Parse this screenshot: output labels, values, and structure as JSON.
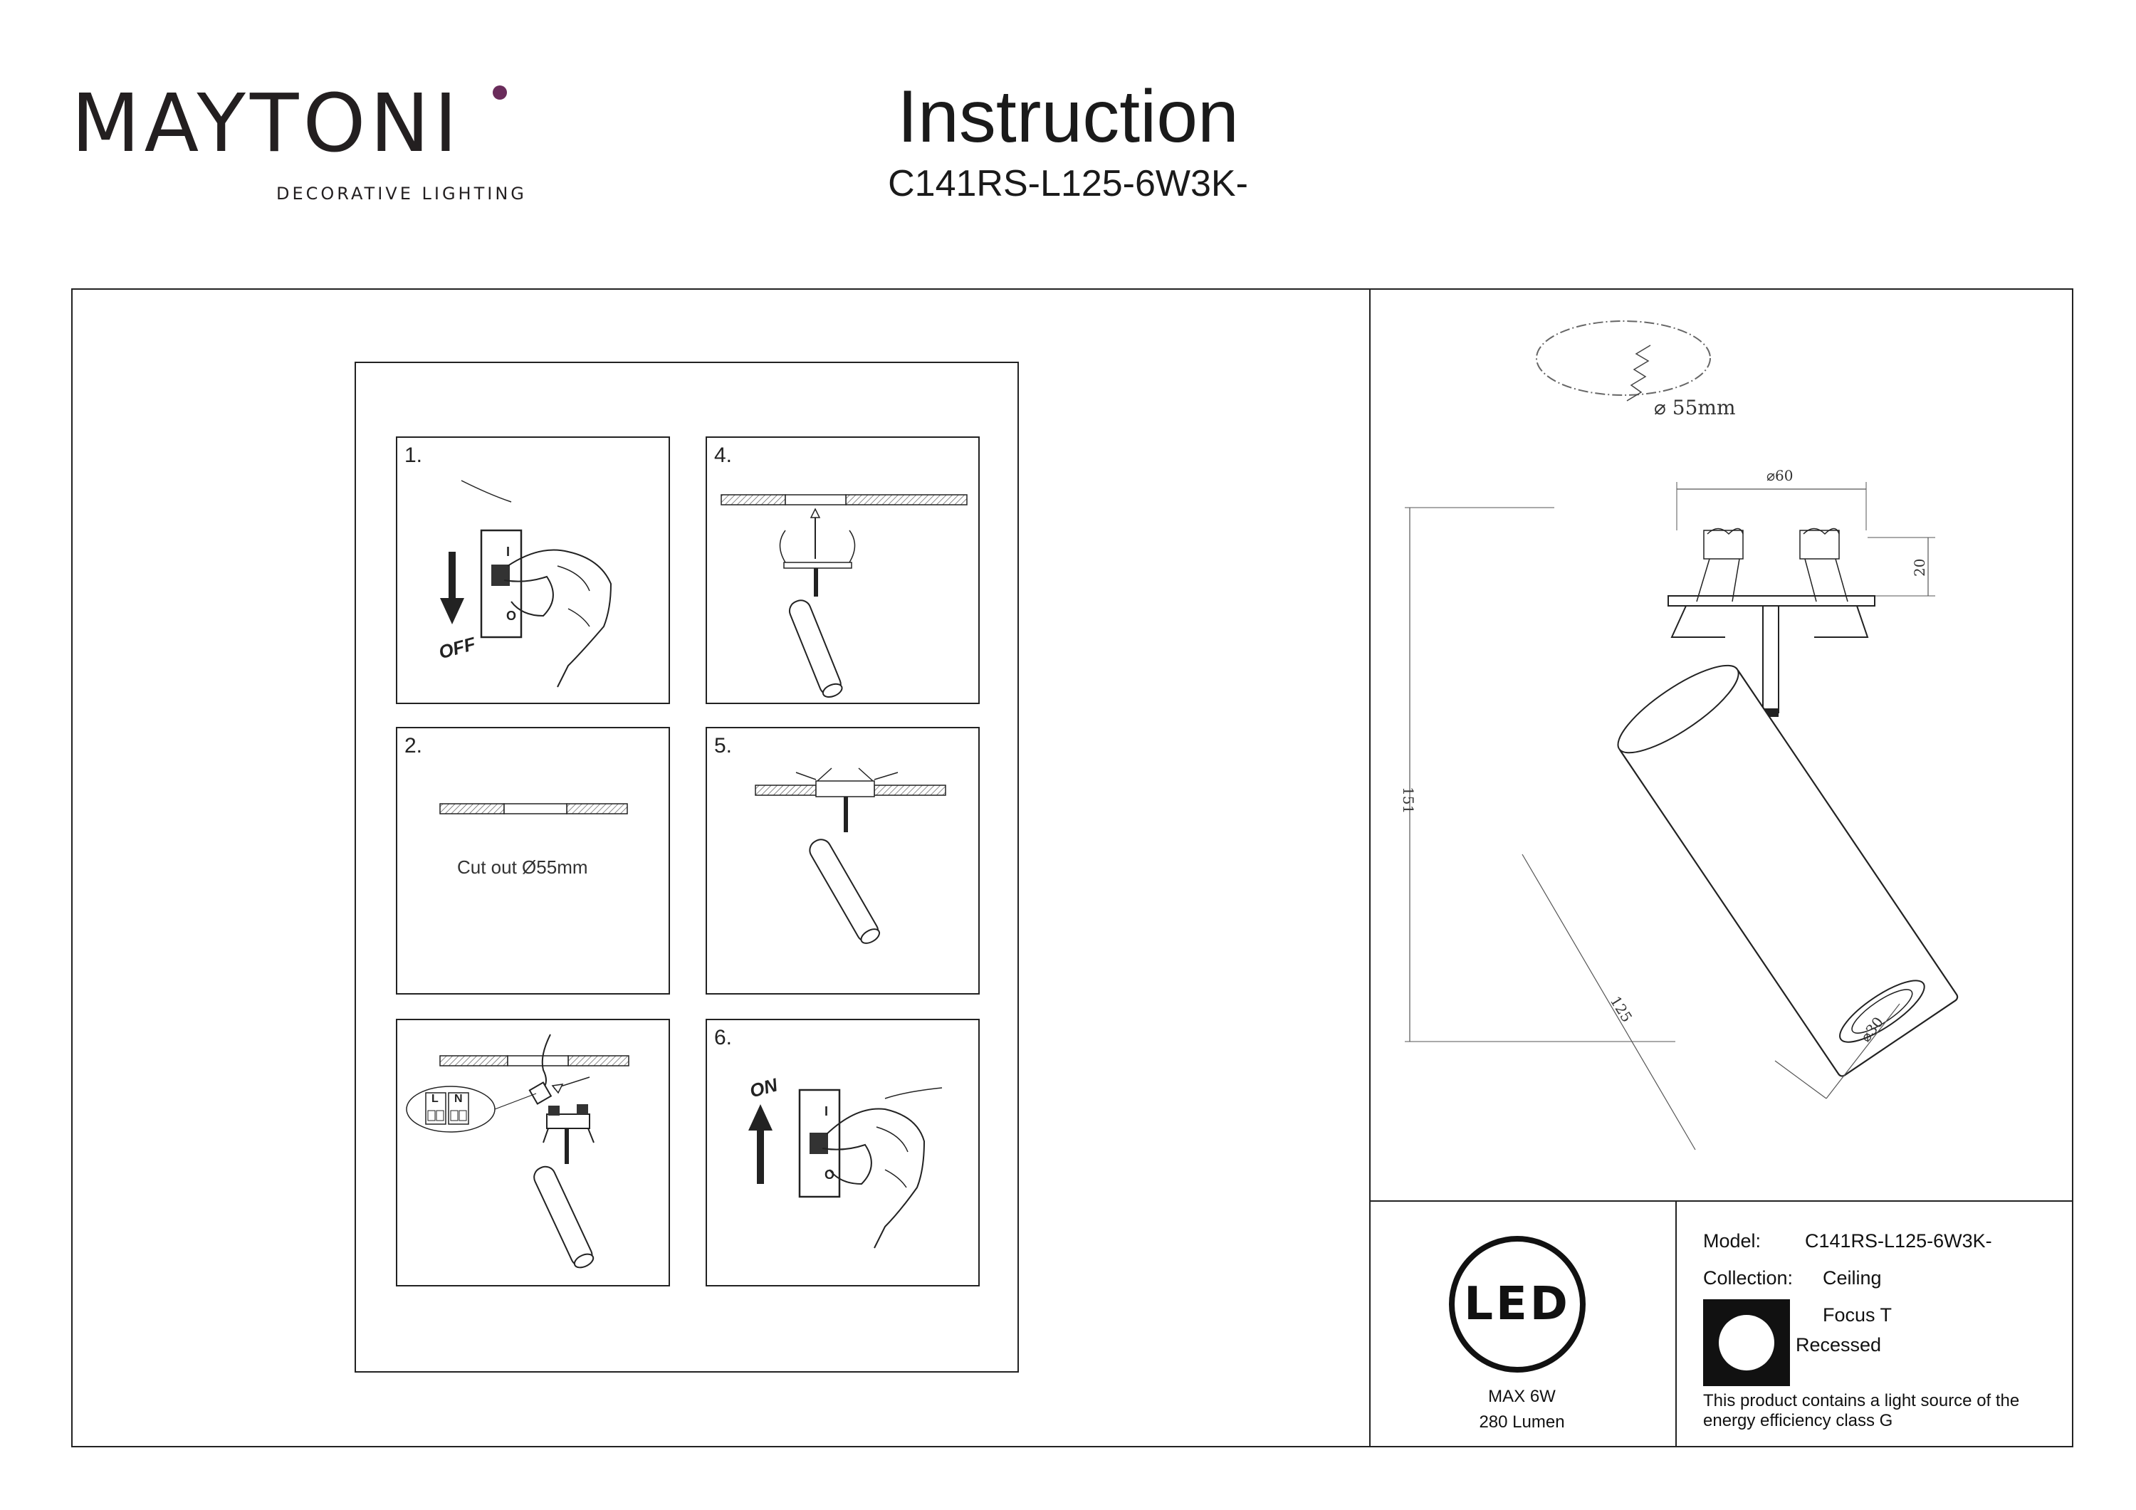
{
  "brand": {
    "logo_text": "MAYTONI",
    "tagline": "DECORATIVE LIGHTING"
  },
  "header": {
    "title": "Instruction",
    "model": "C141RS-L125-6W3K-"
  },
  "steps": [
    {
      "number": "1.",
      "icon": "switch-off-icon",
      "label": "OFF"
    },
    {
      "number": "4.",
      "icon": "spring-clip-install-icon"
    },
    {
      "number": "2.",
      "icon": "ceiling-cutout-icon",
      "caption": "Cut out Ø55mm"
    },
    {
      "number": "5.",
      "icon": "push-into-ceiling-icon"
    },
    {
      "number": "",
      "icon": "wiring-connect-icon",
      "terminal_labels": [
        "L",
        "N"
      ]
    },
    {
      "number": "6.",
      "icon": "switch-on-icon",
      "label": "ON"
    }
  ],
  "switch_marks": {
    "on_mark": "I",
    "off_mark": "O"
  },
  "drawing": {
    "cutout": "55mm",
    "dim_width": "60",
    "dim_height_top": "20",
    "dim_total_height": "151",
    "dim_length": "125",
    "dim_diameter": "30"
  },
  "led": {
    "logo": "LED",
    "power": "MAX 6W",
    "lumen": "280 Lumen"
  },
  "specs": {
    "model_label": "Model:",
    "model_value": "C141RS-L125-6W3K-",
    "collection_label": "Collection:",
    "collection_value": "Ceiling",
    "focus_value": "Focus T",
    "recessed_value": "Recessed",
    "note_line1": "This product contains a light source of the",
    "note_line2": "energy efficiency class G"
  },
  "colors": {
    "brand_dark": "#231f20",
    "brand_accent": "#6a2c5b",
    "line": "#222222"
  }
}
